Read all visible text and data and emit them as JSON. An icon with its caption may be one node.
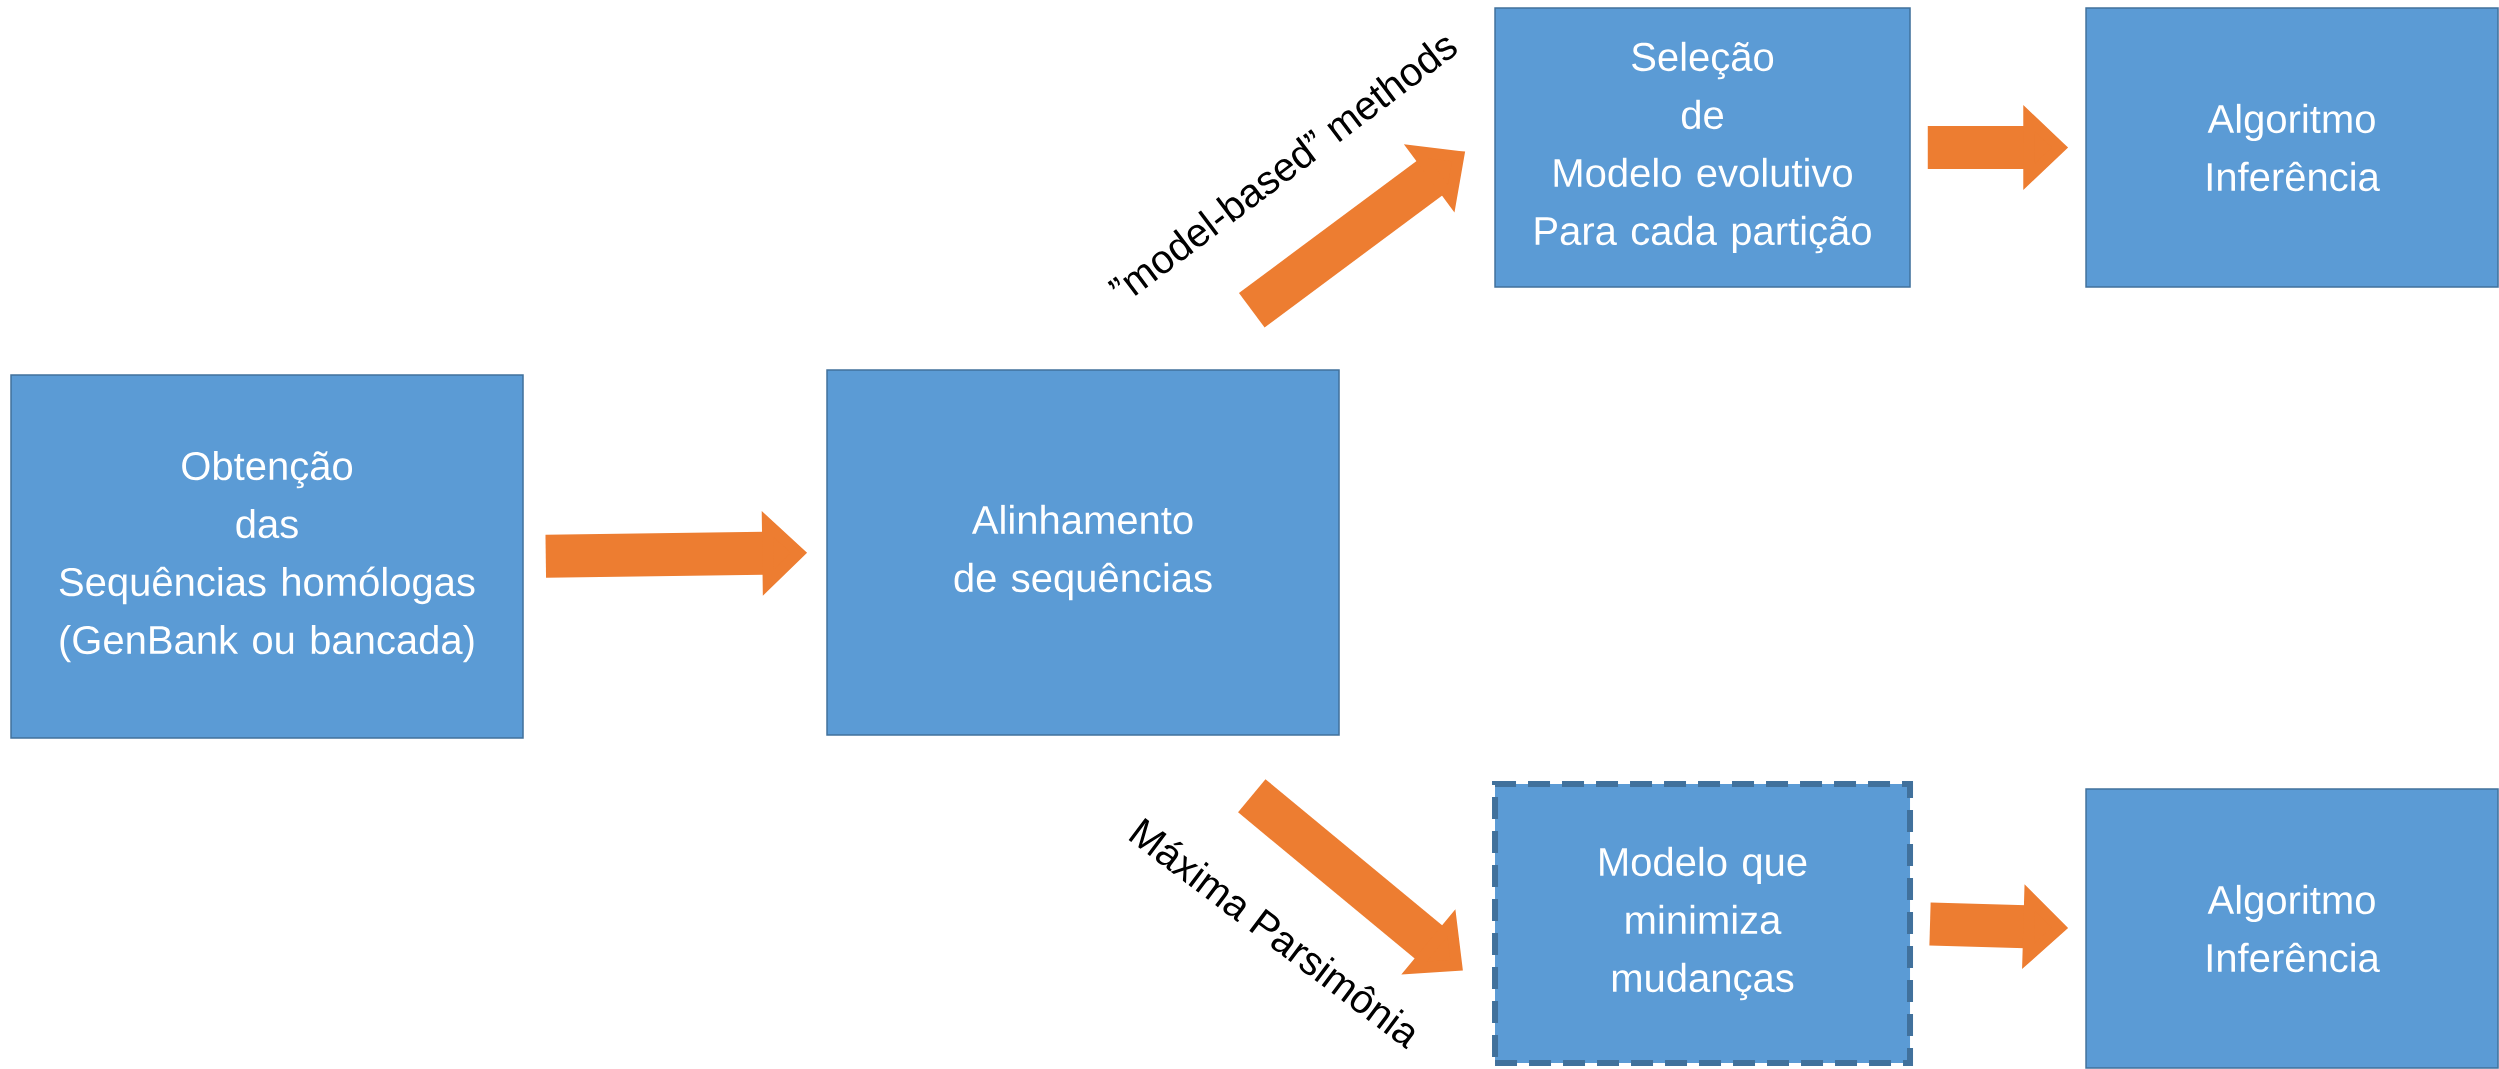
{
  "diagram": {
    "nodes": [
      {
        "text": [
          "Obtenção",
          "das",
          "Sequências homólogas",
          "(GenBank ou bancada)"
        ]
      },
      {
        "text": [
          "Alinhamento de sequências"
        ]
      },
      {
        "text": [
          "Seleção",
          "de",
          "Modelo evolutivo",
          "Para cada partição"
        ]
      },
      {
        "text": [
          "Algoritmo Inferência"
        ]
      },
      {
        "text": [
          "Modelo que minimiza mudanças"
        ]
      },
      {
        "text": [
          "Algoritmo Inferência"
        ]
      }
    ],
    "edges": [
      {
        "from": 0,
        "to": 1,
        "arrow": "to"
      },
      {
        "from": 1,
        "to": 2,
        "arrow": "to",
        "label": "”model-based” methods"
      },
      {
        "from": 2,
        "to": 3,
        "arrow": "to"
      },
      {
        "from": 1,
        "to": 4,
        "arrow": "to",
        "label": "Máxima Parsimônia"
      },
      {
        "from": 4,
        "to": 5,
        "arrow": "to"
      }
    ]
  }
}
